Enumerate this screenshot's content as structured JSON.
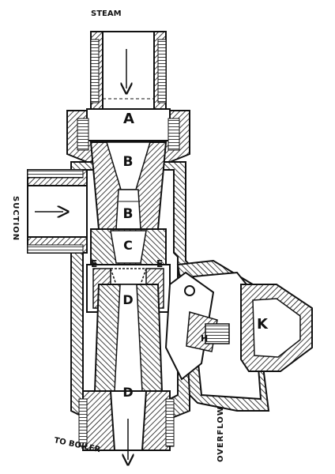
{
  "labels": {
    "steam": "STEAM",
    "suction": "SUCTION",
    "to_boiler": "TO BOILER",
    "overflow": "OVERFLOW"
  },
  "parts": {
    "a": "A",
    "b_upper": "B",
    "b_lower": "B",
    "c": "C",
    "d_upper": "D",
    "d_lower": "D",
    "e_left": "E",
    "e_right": "E",
    "h": "H",
    "k": "K"
  },
  "colors": {
    "ink": "#111111",
    "paper": "#ffffff"
  }
}
